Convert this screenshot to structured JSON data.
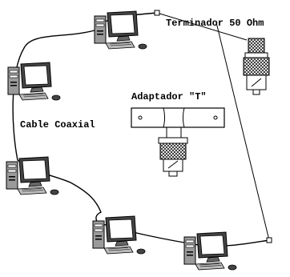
{
  "labels": {
    "terminator": "Terminador 50 Ohm",
    "adapter": "Adaptador \"T\"",
    "cable": "Cable Coaxial"
  },
  "icons": [
    "computer-icon",
    "terminator-connector-icon",
    "t-adapter-icon"
  ],
  "colors": {
    "ink": "#000000",
    "screen": "#ffffff",
    "shade": "#555555"
  }
}
